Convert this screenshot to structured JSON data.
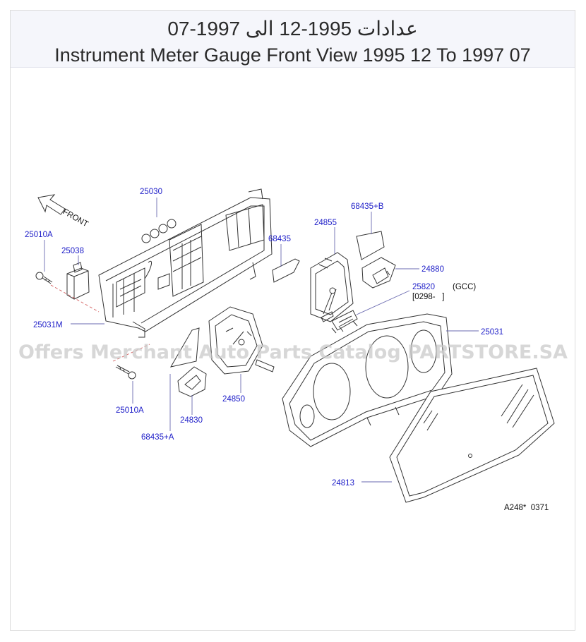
{
  "header": {
    "title_ar": "عدادات 1995-12 الى 1997-07",
    "title_en": "Instrument Meter Gauge Front View 1995 12 To 1997 07"
  },
  "diagram": {
    "front_label": "FRONT",
    "parts": {
      "p25030": "25030",
      "p25010A_top": "25010A",
      "p25038": "25038",
      "p25031M": "25031M",
      "p25010A_bottom": "25010A",
      "p68435": "68435",
      "p68435B": "68435+B",
      "p24855": "24855",
      "p24880": "24880",
      "p25820": "25820",
      "p25031": "25031",
      "p24850": "24850",
      "p24830": "24830",
      "p68435A": "68435+A",
      "p24813": "24813"
    },
    "notes": {
      "gcc": "(GCC)",
      "range": "[0298-   ]",
      "ref_code": "A248*  0371"
    },
    "watermark": "Offers Merchant Auto Parts Catalog PARTSTORE.SA"
  },
  "colors": {
    "part_number": "#1d1dc8",
    "header_bg": "#f5f6fb",
    "watermark": "#c9c9c9"
  }
}
